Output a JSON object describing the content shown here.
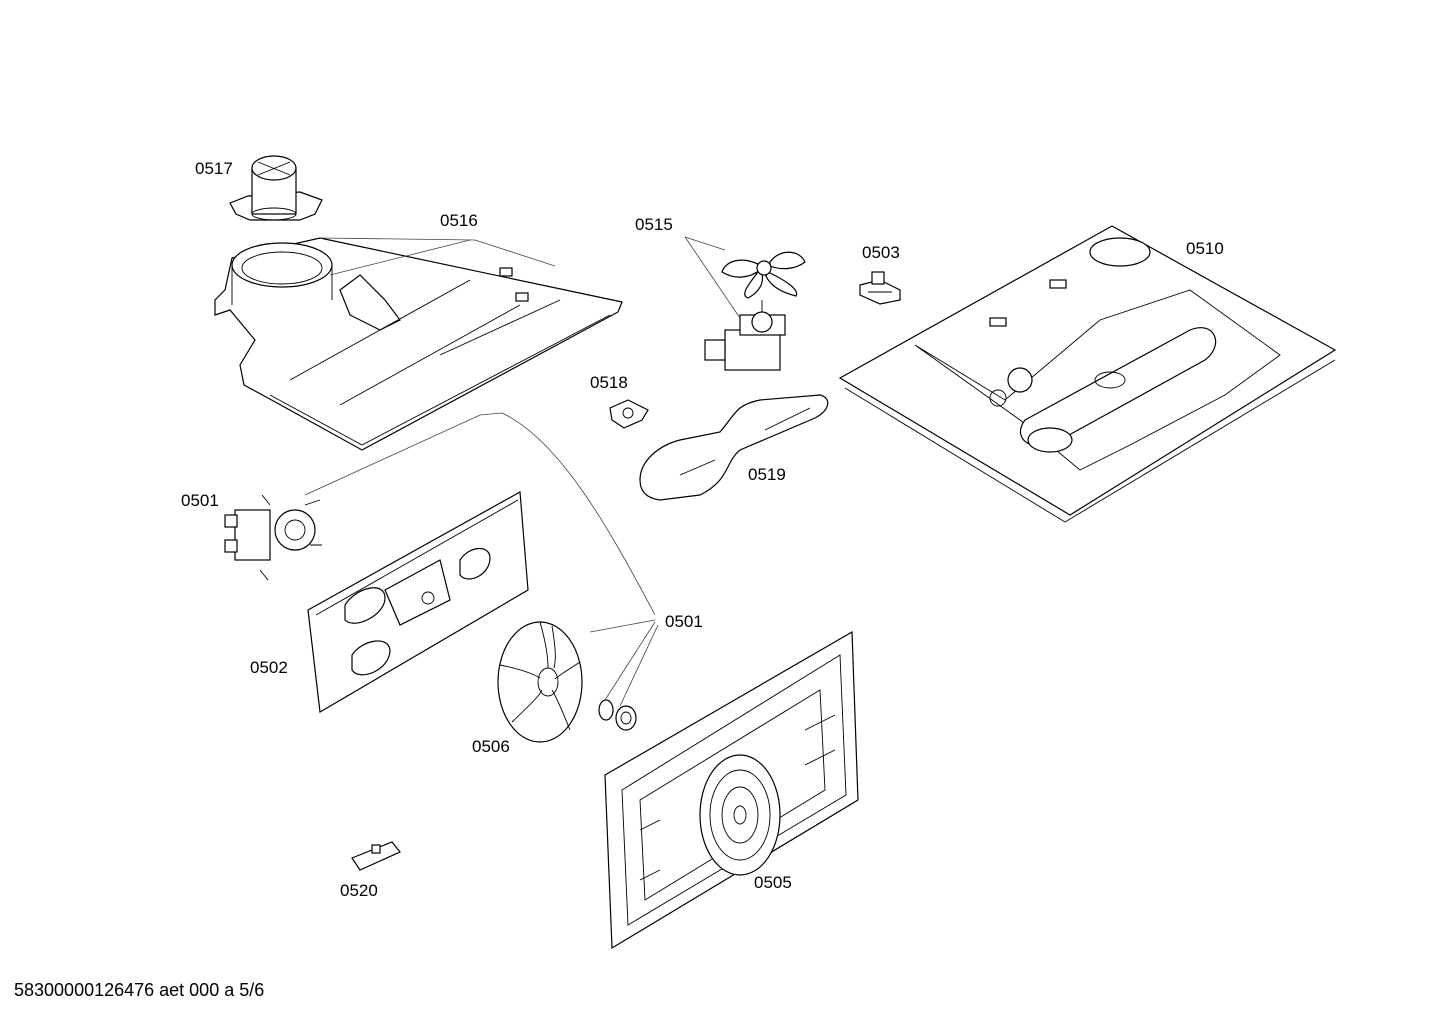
{
  "labels": {
    "p0517": "0517",
    "p0516": "0516",
    "p0515": "0515",
    "p0503": "0503",
    "p0510": "0510",
    "p0518": "0518",
    "p0519": "0519",
    "p0501a": "0501",
    "p0501b": "0501",
    "p0502": "0502",
    "p0506": "0506",
    "p0520": "0520",
    "p0505": "0505"
  },
  "footer": "58300000126476 aet 000 a 5/6"
}
